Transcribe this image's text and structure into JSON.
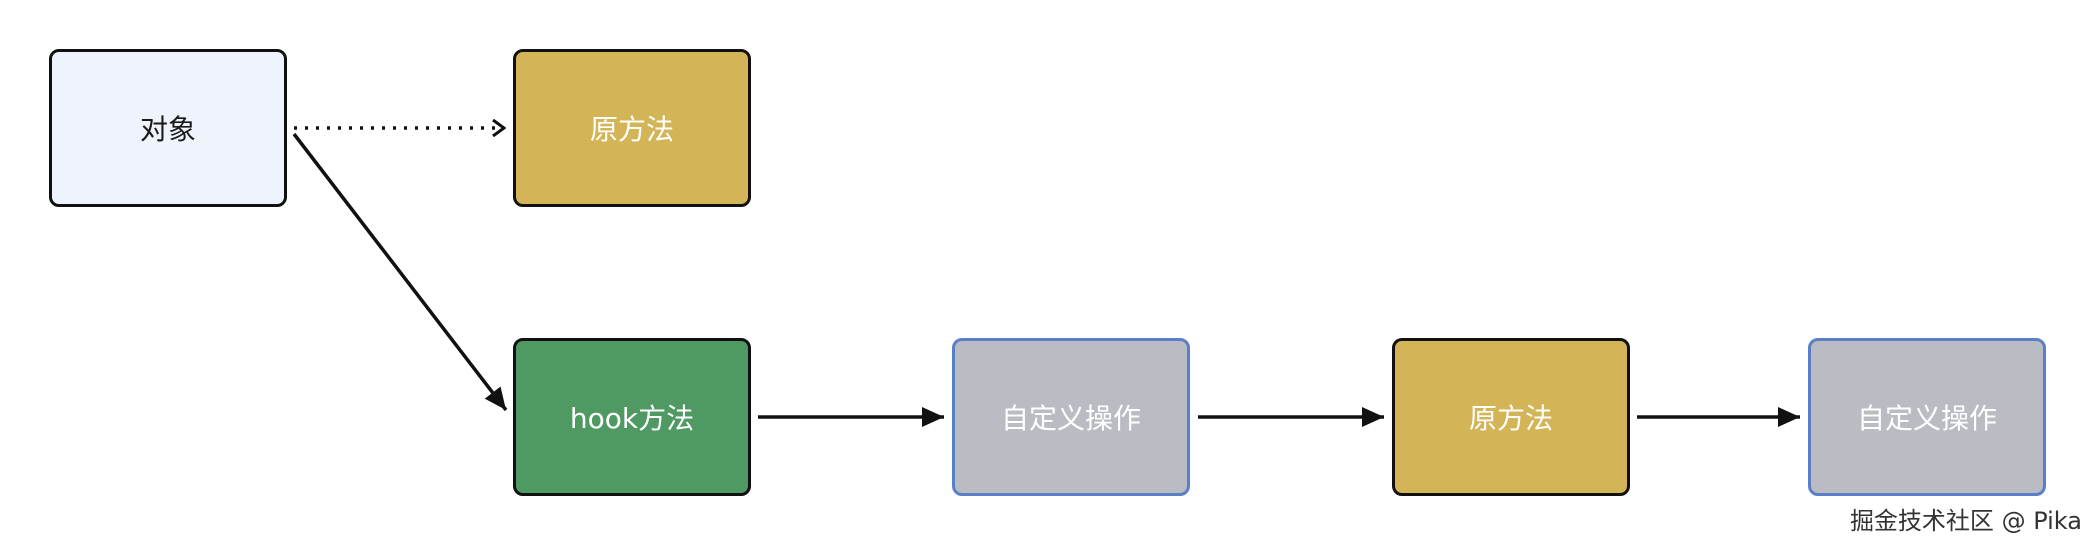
{
  "nodes": {
    "object": "对象",
    "original_top": "原方法",
    "hook": "hook方法",
    "custom_1": "自定义操作",
    "original_bottom": "原方法",
    "custom_2": "自定义操作"
  },
  "colors": {
    "object_fill": "#eff3fb",
    "original_fill": "#d3b457",
    "hook_fill": "#4f9963",
    "custom_fill": "#b9bcc3",
    "custom_border": "#5b7fc7",
    "border": "#111111"
  },
  "watermark": "掘金技术社区 @ Pika"
}
